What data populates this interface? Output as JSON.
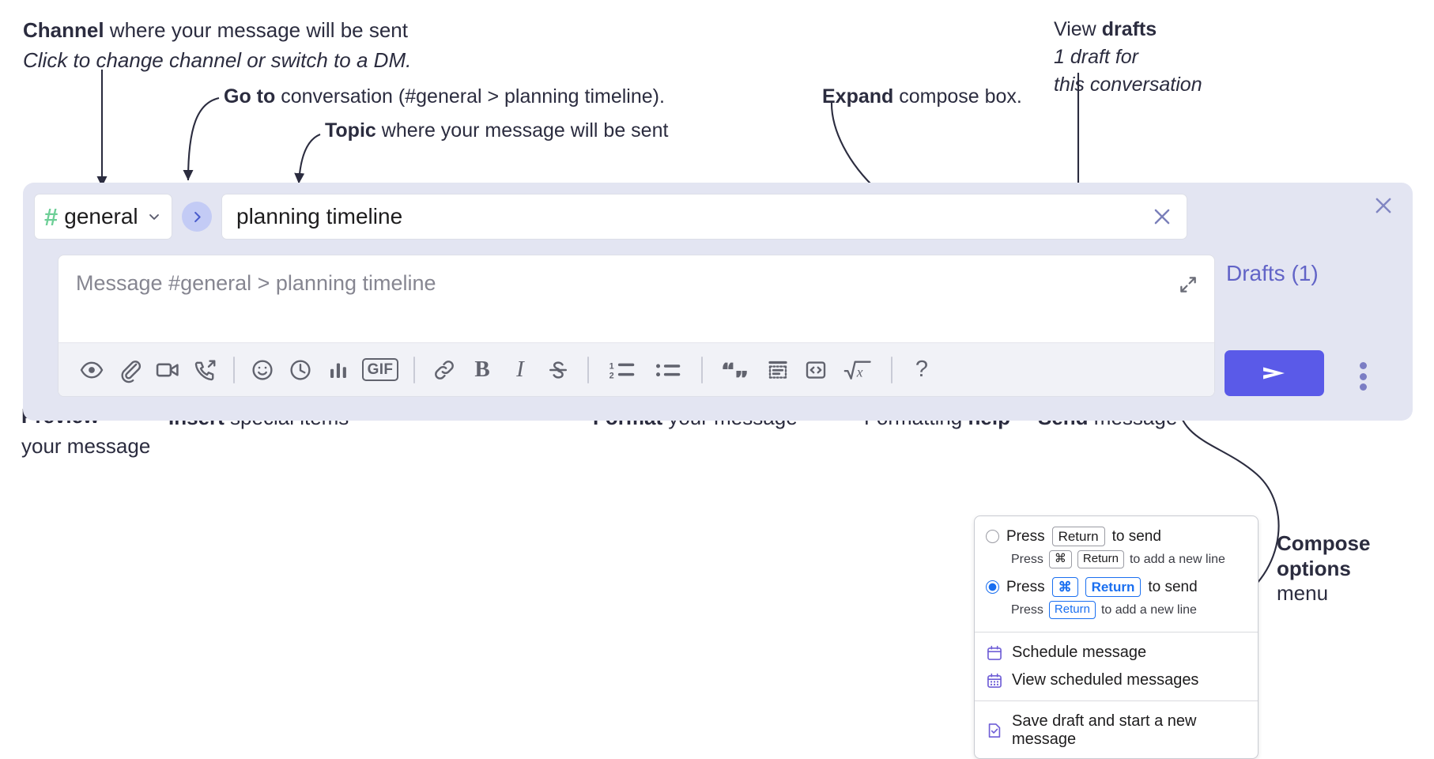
{
  "annotations": {
    "channel": {
      "bold": "Channel",
      "rest": " where your message will be sent",
      "italic": "Click to change channel or switch to a DM."
    },
    "goto": {
      "bold": "Go to",
      "rest": " conversation (#general > planning timeline)."
    },
    "topic": {
      "bold": "Topic",
      "rest": " where your message will be sent"
    },
    "expand": {
      "bold": "Expand",
      "rest": " compose box."
    },
    "drafts": {
      "normal": "View ",
      "bold": "drafts",
      "italic_line1": "1 draft for",
      "italic_line2": "this conversation"
    },
    "preview": {
      "bold": "Preview",
      "line2": "your message"
    },
    "insert": {
      "bold": "Insert",
      "rest": " special items"
    },
    "format": {
      "bold": "Format",
      "rest": " your message"
    },
    "help": {
      "normal": "Formatting ",
      "bold": "help"
    },
    "send": {
      "bold": "Send",
      "rest": " message"
    },
    "compose_options": {
      "bold_line1": "Compose",
      "bold_line2": "options",
      "line3": "menu"
    }
  },
  "compose": {
    "close_icon": "close-icon",
    "channel": {
      "hash": "#",
      "name": "general",
      "caret_icon": "chevron-down-icon"
    },
    "goto_icon": "chevron-right-icon",
    "topic": {
      "value": "planning timeline",
      "clear_icon": "close-icon"
    },
    "message": {
      "placeholder": "Message #general > planning timeline",
      "expand_icon": "expand-diagonal-icon"
    },
    "toolbar": [
      {
        "name": "preview-icon",
        "label": "Preview"
      },
      {
        "name": "attachment-icon",
        "label": "Attach file"
      },
      {
        "name": "video-camera-icon",
        "label": "Record video clip"
      },
      {
        "name": "phone-forward-icon",
        "label": "Record audio clip"
      },
      {
        "name": "emoji-icon",
        "label": "Emoji"
      },
      {
        "name": "clock-icon",
        "label": "Reminder"
      },
      {
        "name": "bar-chart-icon",
        "label": "Poll"
      },
      {
        "name": "gif-icon",
        "label": "GIF"
      },
      {
        "name": "link-icon",
        "label": "Link"
      },
      {
        "name": "bold-icon",
        "label": "Bold"
      },
      {
        "name": "italic-icon",
        "label": "Italic"
      },
      {
        "name": "strikethrough-icon",
        "label": "Strikethrough"
      },
      {
        "name": "ordered-list-icon",
        "label": "Ordered list"
      },
      {
        "name": "bulleted-list-icon",
        "label": "Bulleted list"
      },
      {
        "name": "blockquote-icon",
        "label": "Blockquote"
      },
      {
        "name": "code-block-icon",
        "label": "Code block"
      },
      {
        "name": "code-icon",
        "label": "Code"
      },
      {
        "name": "math-icon",
        "label": "Math"
      },
      {
        "name": "help-icon",
        "label": "Formatting help"
      }
    ],
    "gif_label": "GIF",
    "bold_label": "B",
    "italic_label": "I",
    "help_label": "?"
  },
  "drafts": {
    "label": "Drafts (1)"
  },
  "send": {
    "icon": "send-arrow-icon"
  },
  "kebab": {
    "icon": "kebab-menu-icon"
  },
  "menu": {
    "option1": {
      "pre": "Press",
      "key": "Return",
      "post": "to send",
      "selected": false
    },
    "option1_sub": {
      "pre": "Press",
      "key1": "⌘",
      "key2": "Return",
      "post": "to add a new line"
    },
    "option2": {
      "pre": "Press",
      "key1": "⌘",
      "key2": "Return",
      "post": "to send",
      "selected": true
    },
    "option2_sub": {
      "pre": "Press",
      "key": "Return",
      "post": "to add a new line"
    },
    "items": [
      {
        "label": "Schedule message",
        "icon": "calendar-icon"
      },
      {
        "label": "View scheduled messages",
        "icon": "calendar-grid-icon"
      },
      {
        "label": "Save draft and start a new message",
        "icon": "document-check-icon"
      }
    ]
  },
  "colors": {
    "panel_bg": "#e3e5f2",
    "accent_purple": "#5a5ae8",
    "drafts_text": "#6264c7",
    "hash_green": "#6ecf97",
    "goto_bg": "#c3cbf5",
    "keyboard_blue": "#1a6ff0",
    "ink": "#2b2c3f"
  }
}
